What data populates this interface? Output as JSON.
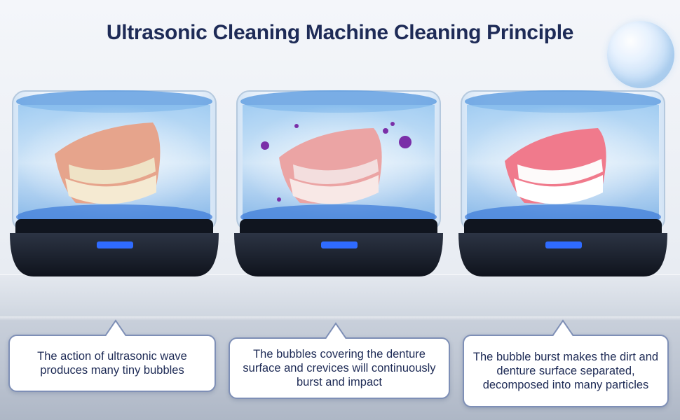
{
  "header": {
    "title": "Ultrasonic Cleaning Machine Cleaning Principle"
  },
  "panels": [
    {
      "stage": "bubbles",
      "caption": "The action of ultrasonic wave produces many tiny bubbles"
    },
    {
      "stage": "impact",
      "caption": "The bubbles covering the denture surface and crevices will continuously burst and impact"
    },
    {
      "stage": "clean",
      "caption": "The bubble burst makes the dirt and denture surface separated, decomposed into many particles"
    }
  ],
  "colors": {
    "title": "#1e2b57",
    "caption_border": "#7e8fb6",
    "water": "#5fa3e6",
    "base": "#1c2230",
    "led": "#2f6bff",
    "bacteria": "#7a2fa8"
  }
}
